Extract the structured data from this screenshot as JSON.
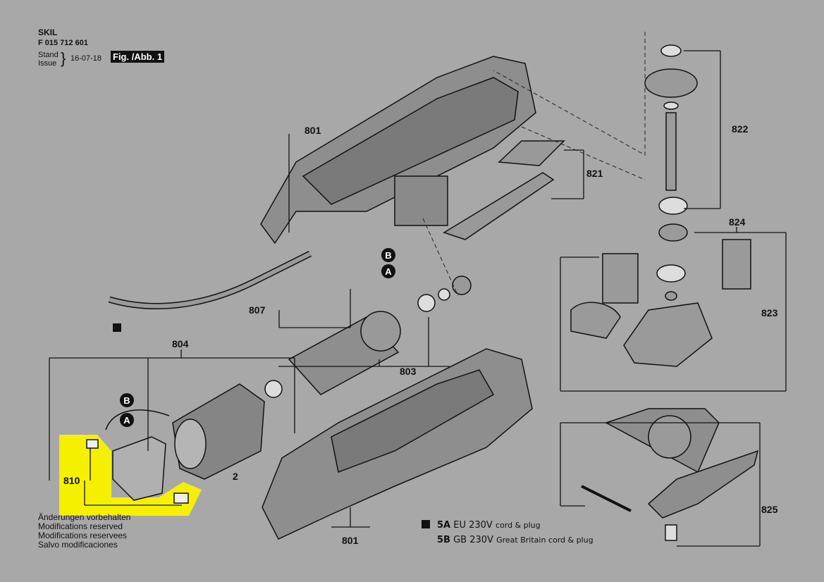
{
  "header": {
    "brand": "SKIL",
    "part_number": "F 015 712 601",
    "stand_label": "Stand",
    "issue_label": "Issue",
    "date": "16-07-18",
    "figure": "Fig. /Abb. 1"
  },
  "callouts": {
    "housing_top": "801",
    "housing_bottom": "801",
    "lever": "821",
    "gear_shaft": "822",
    "eccentric": "824",
    "pad_holder": "823",
    "cord": "807",
    "brush_set": "804",
    "armature": "803",
    "field": "2",
    "brushes": "810",
    "sanding_pads": "825"
  },
  "markers": {
    "b": "B",
    "a": "A"
  },
  "notes": [
    "Änderungen vorbehalten",
    "Modifications reserved",
    "Modifications reservees",
    "Salvo modificaciones"
  ],
  "legend": [
    {
      "code": "5A",
      "voltage": "EU 230V",
      "desc": "cord & plug"
    },
    {
      "code": "5B",
      "voltage": "GB 230V",
      "desc": "Great Britain cord & plug"
    }
  ],
  "colors": {
    "background": "#a8a8a8",
    "highlight": "#f5f000",
    "ink": "#111111"
  }
}
